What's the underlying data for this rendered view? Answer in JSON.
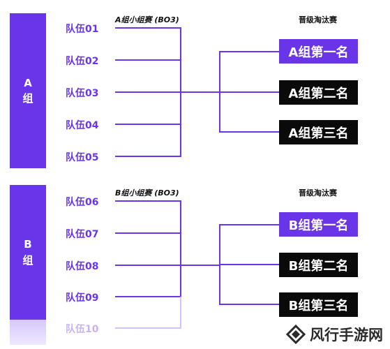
{
  "groupA": {
    "side_label_1": "A",
    "side_label_2": "组",
    "group_header": "A组小组赛 (BO3)",
    "knockout_header": "晋级淘汰赛",
    "teams": [
      "队伍01",
      "队伍02",
      "队伍03",
      "队伍04",
      "队伍05"
    ],
    "results": [
      "A组第一名",
      "A组第二名",
      "A组第三名"
    ]
  },
  "groupB": {
    "side_label_1": "B",
    "side_label_2": "组",
    "group_header": "B组小组赛 (BO3)",
    "knockout_header": "晋级淘汰赛",
    "teams": [
      "队伍06",
      "队伍07",
      "队伍08",
      "队伍09",
      "队伍10"
    ],
    "results": [
      "B组第一名",
      "B组第二名",
      "B组第三名"
    ]
  },
  "watermark": {
    "text": "风行手游网",
    "icon": "diamond-logo-icon"
  },
  "colors": {
    "accent": "#6a35e8",
    "dark": "#0a0a0a",
    "faded": "#c7b3f6"
  }
}
